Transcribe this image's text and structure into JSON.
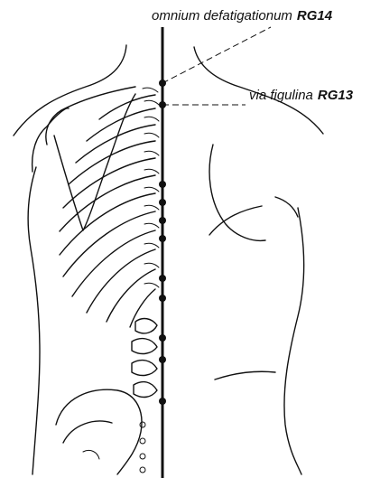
{
  "points": [
    {
      "name": "omnium defatigationum",
      "code": "RG14"
    },
    {
      "name": "via figulina",
      "code": "RG13"
    }
  ],
  "colors": {
    "ink": "#111111",
    "background": "#ffffff"
  }
}
